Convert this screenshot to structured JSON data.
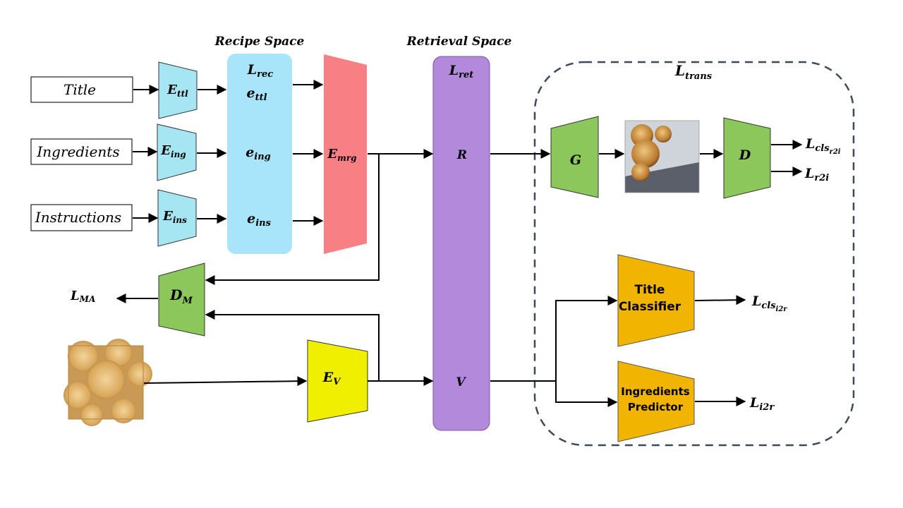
{
  "headers": {
    "recipe_space": "Recipe Space",
    "retrieval_space": "Retrieval Space"
  },
  "inputs": {
    "title": "Title",
    "ingredients": "Ingredients",
    "instructions": "Instructions"
  },
  "encoders": {
    "ttl": {
      "base": "E",
      "sub": "ttl"
    },
    "ing": {
      "base": "E",
      "sub": "ing"
    },
    "ins": {
      "base": "E",
      "sub": "ins"
    },
    "mrg": {
      "base": "E",
      "sub": "mrg"
    },
    "v": {
      "base": "E",
      "sub": "V"
    }
  },
  "recipe_space": {
    "l_rec": {
      "base": "L",
      "sub": "rec"
    },
    "e_ttl": {
      "base": "e",
      "sub": "ttl"
    },
    "e_ing": {
      "base": "e",
      "sub": "ing"
    },
    "e_ins": {
      "base": "e",
      "sub": "ins"
    }
  },
  "retrieval_space": {
    "l_ret": {
      "base": "L",
      "sub": "ret"
    },
    "r": "R",
    "v": "V"
  },
  "trans": {
    "l_trans": {
      "base": "L",
      "sub": "trans"
    },
    "generator": "G",
    "discriminator": "D",
    "l_cls_r2i": {
      "base": "L",
      "sub": "cls",
      "subsub": "r2i"
    },
    "l_r2i": {
      "base": "L",
      "sub": "r2i"
    },
    "title_classifier": [
      "Title",
      "Classifier"
    ],
    "ingredients_predictor": [
      "Ingredients",
      "Predictor"
    ],
    "l_cls_i2r": {
      "base": "L",
      "sub": "cls",
      "subsub": "i2r"
    },
    "l_i2r": {
      "base": "L",
      "sub": "i2r"
    }
  },
  "modality": {
    "d_m": {
      "base": "D",
      "sub": "M"
    },
    "l_ma": {
      "base": "L",
      "sub": "MA"
    }
  },
  "colors": {
    "encoder_blue": "#a6e6f2",
    "recipe_space": "#a8e4fa",
    "merge_red": "#f87f84",
    "retrieval_purple": "#b389dc",
    "green": "#8cc75c",
    "yellow": "#f1ef00",
    "orange": "#f1b400",
    "dashed": "#3d4a5c"
  }
}
